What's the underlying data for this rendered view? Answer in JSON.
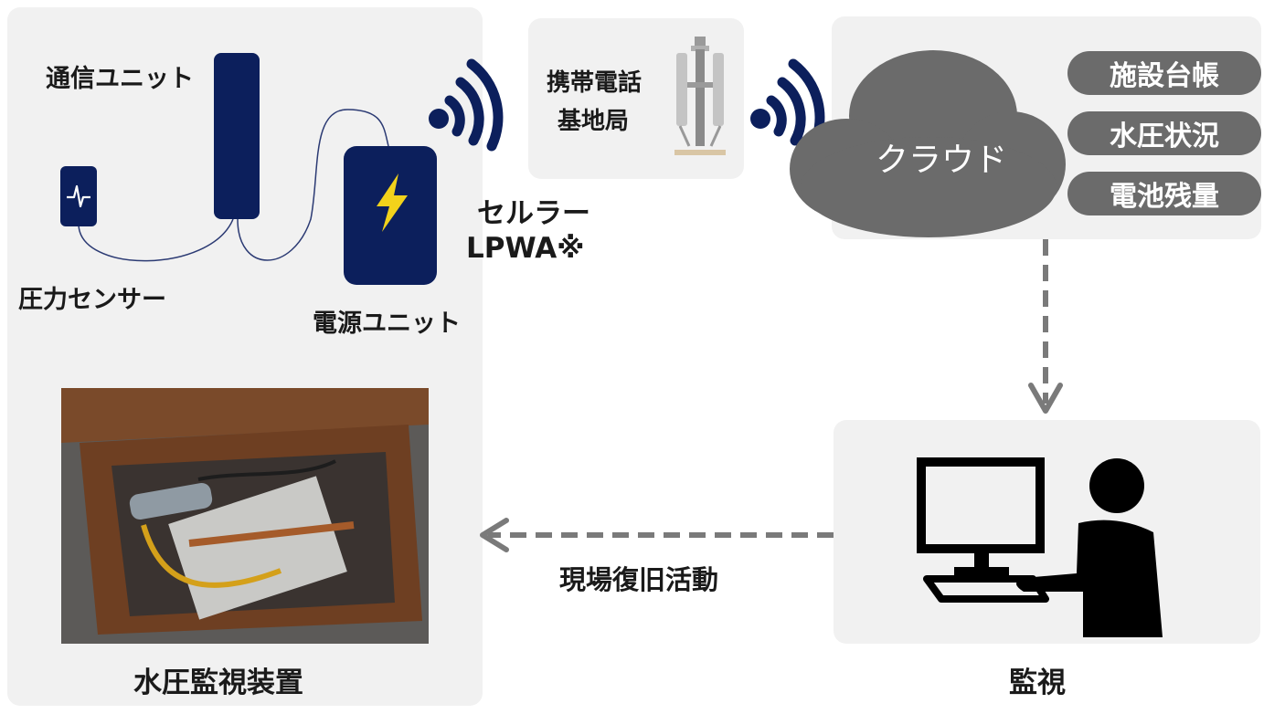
{
  "device": {
    "comm_unit_label": "通信ユニット",
    "pressure_sensor_label": "圧力センサー",
    "power_unit_label": "電源ユニット",
    "panel_title": "水圧監視装置"
  },
  "network": {
    "line1": "セルラー",
    "line2": "LPWA※"
  },
  "base_station": {
    "line1": "携帯電話",
    "line2": "基地局"
  },
  "cloud": {
    "label": "クラウド",
    "items": [
      "施設台帳",
      "水圧状況",
      "電池残量"
    ]
  },
  "monitor": {
    "title": "監視"
  },
  "arrows": {
    "return_label": "現場復旧活動"
  },
  "colors": {
    "navy": "#0c1f5c",
    "gray": "#6b6b6b",
    "arrow": "#7a7a7a",
    "bolt": "#f2d21b"
  },
  "icons": [
    "pulse-icon",
    "lightning-icon",
    "signal-icon",
    "antenna-tower-icon",
    "cloud-icon",
    "monitor-person-icon"
  ]
}
